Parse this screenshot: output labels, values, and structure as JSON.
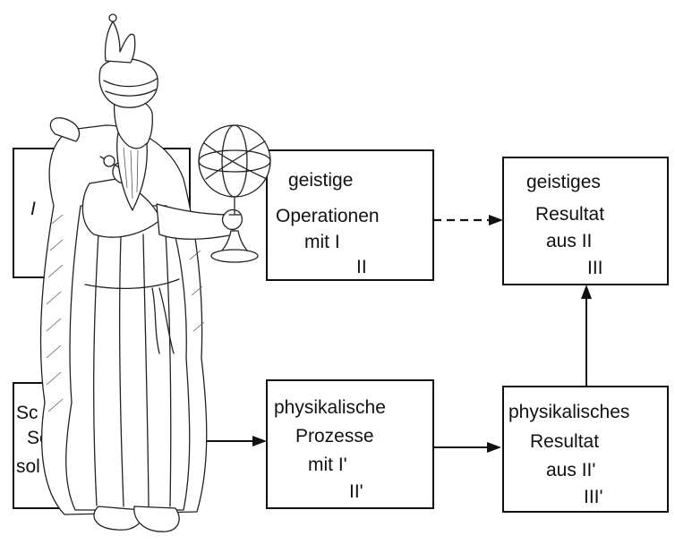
{
  "diagram": {
    "boxes": {
      "left_top": {
        "lines": [
          "I"
        ]
      },
      "mid_top": {
        "lines": [
          "geistige",
          "Operationen",
          "mit I",
          "II"
        ]
      },
      "right_top": {
        "lines": [
          "geistiges",
          "Resultat",
          "aus II",
          "III"
        ]
      },
      "left_bottom": {
        "lines": [
          "Sc",
          "Sc",
          "sol"
        ]
      },
      "mid_bottom": {
        "lines": [
          "physikalische",
          "Prozesse",
          "mit I'",
          "II'"
        ]
      },
      "right_bottom": {
        "lines": [
          "physikalisches",
          "Resultat",
          "aus II'",
          "III'"
        ]
      }
    },
    "illustration": "robed astronomer holding armillary sphere"
  }
}
